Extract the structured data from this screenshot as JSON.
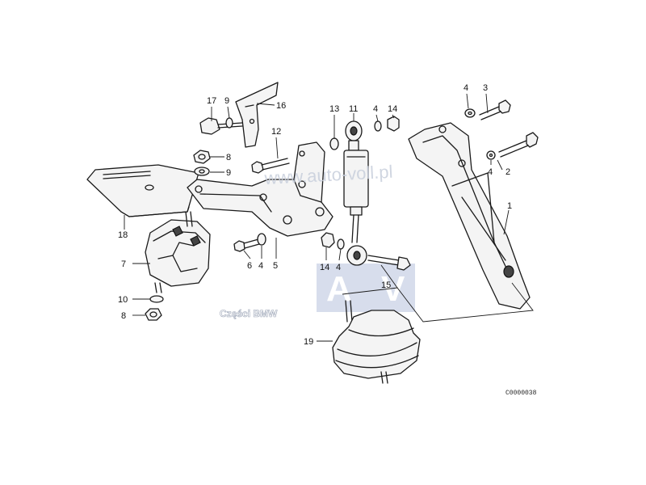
{
  "diagram": {
    "code": "C0000038",
    "watermark_url": "www.auto-voll.pl",
    "watermark_parts": "Części BMW",
    "logo_letters": [
      "A",
      "V"
    ]
  },
  "callouts": [
    {
      "id": "c17",
      "text": "17"
    },
    {
      "id": "c9a",
      "text": "9"
    },
    {
      "id": "c16",
      "text": "16"
    },
    {
      "id": "c13",
      "text": "13"
    },
    {
      "id": "c11",
      "text": "11"
    },
    {
      "id": "c4a",
      "text": "4"
    },
    {
      "id": "c14a",
      "text": "14"
    },
    {
      "id": "c4b",
      "text": "4"
    },
    {
      "id": "c3",
      "text": "3"
    },
    {
      "id": "c12",
      "text": "12"
    },
    {
      "id": "c8a",
      "text": "8"
    },
    {
      "id": "c9b",
      "text": "9"
    },
    {
      "id": "c4c",
      "text": "4"
    },
    {
      "id": "c2",
      "text": "2"
    },
    {
      "id": "c1",
      "text": "1"
    },
    {
      "id": "c18",
      "text": "18"
    },
    {
      "id": "c7",
      "text": "7"
    },
    {
      "id": "c6",
      "text": "6"
    },
    {
      "id": "c4d",
      "text": "4"
    },
    {
      "id": "c5",
      "text": "5"
    },
    {
      "id": "c14b",
      "text": "14"
    },
    {
      "id": "c4e",
      "text": "4"
    },
    {
      "id": "c15",
      "text": "15"
    },
    {
      "id": "c10",
      "text": "10"
    },
    {
      "id": "c8b",
      "text": "8"
    },
    {
      "id": "c19",
      "text": "19"
    }
  ]
}
